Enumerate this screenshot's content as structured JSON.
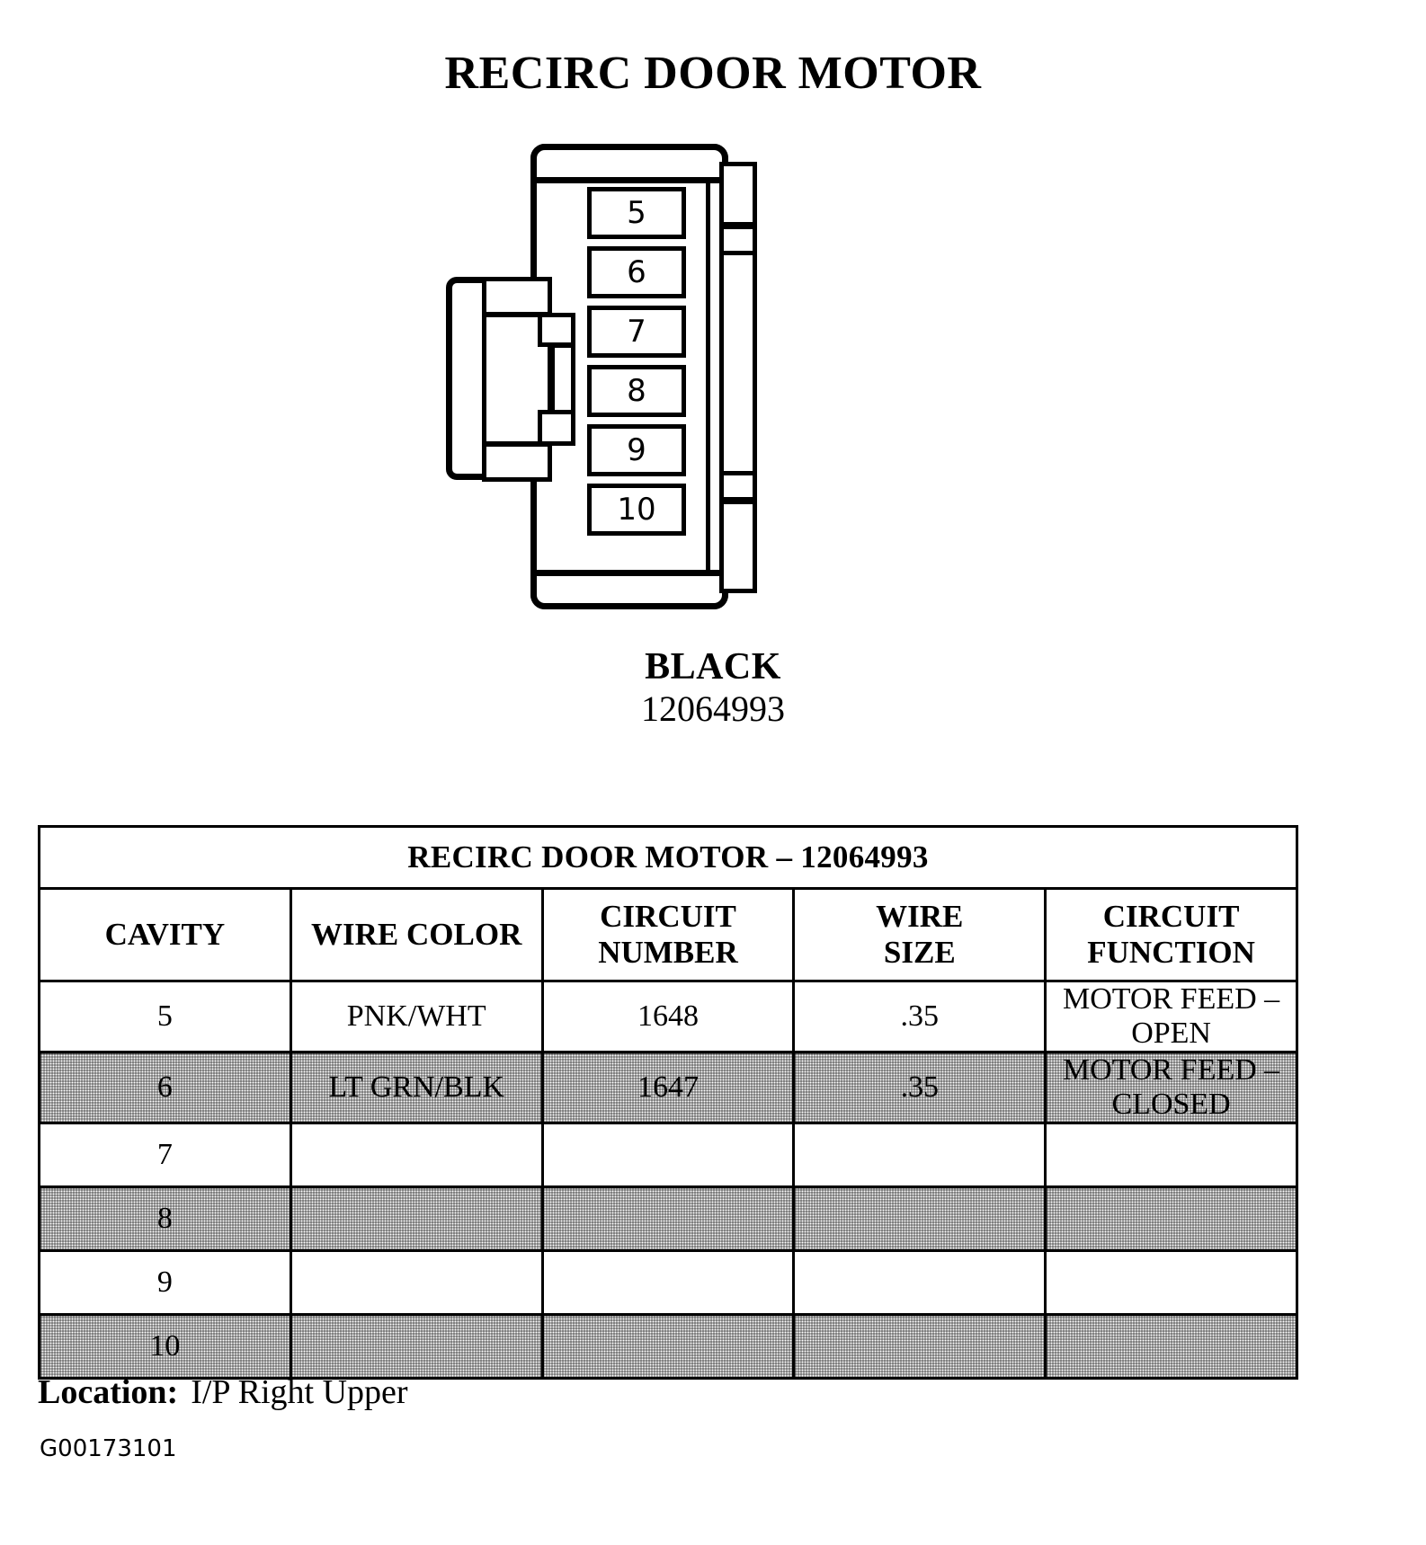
{
  "page": {
    "title": "RECIRC DOOR MOTOR",
    "reference_code": "G00173101"
  },
  "connector": {
    "color_name": "BLACK",
    "part_number": "12064993",
    "cavities": [
      "5",
      "6",
      "7",
      "8",
      "9",
      "10"
    ]
  },
  "table": {
    "title": "RECIRC DOOR MOTOR – 12064993",
    "columns": [
      "CAVITY",
      "WIRE COLOR",
      "CIRCUIT NUMBER",
      "WIRE SIZE",
      "CIRCUIT FUNCTION"
    ],
    "column_lines": {
      "circuit_number_1": "CIRCUIT",
      "circuit_number_2": "NUMBER",
      "wire_size_1": "WIRE",
      "wire_size_2": "SIZE"
    },
    "rows": [
      {
        "cavity": "5",
        "wire_color": "PNK/WHT",
        "circuit_number": "1648",
        "wire_size": ".35",
        "circuit_function": "MOTOR FEED – OPEN",
        "shaded": false
      },
      {
        "cavity": "6",
        "wire_color": "LT GRN/BLK",
        "circuit_number": "1647",
        "wire_size": ".35",
        "circuit_function": "MOTOR FEED – CLOSED",
        "shaded": true
      },
      {
        "cavity": "7",
        "wire_color": "",
        "circuit_number": "",
        "wire_size": "",
        "circuit_function": "",
        "shaded": false
      },
      {
        "cavity": "8",
        "wire_color": "",
        "circuit_number": "",
        "wire_size": "",
        "circuit_function": "",
        "shaded": true
      },
      {
        "cavity": "9",
        "wire_color": "",
        "circuit_number": "",
        "wire_size": "",
        "circuit_function": "",
        "shaded": false
      },
      {
        "cavity": "10",
        "wire_color": "",
        "circuit_number": "",
        "wire_size": "",
        "circuit_function": "",
        "shaded": true
      }
    ]
  },
  "footer": {
    "location_label": "Location:",
    "location_value": "I/P Right Upper"
  },
  "colors": {
    "ink": "#000000",
    "paper": "#ffffff"
  }
}
